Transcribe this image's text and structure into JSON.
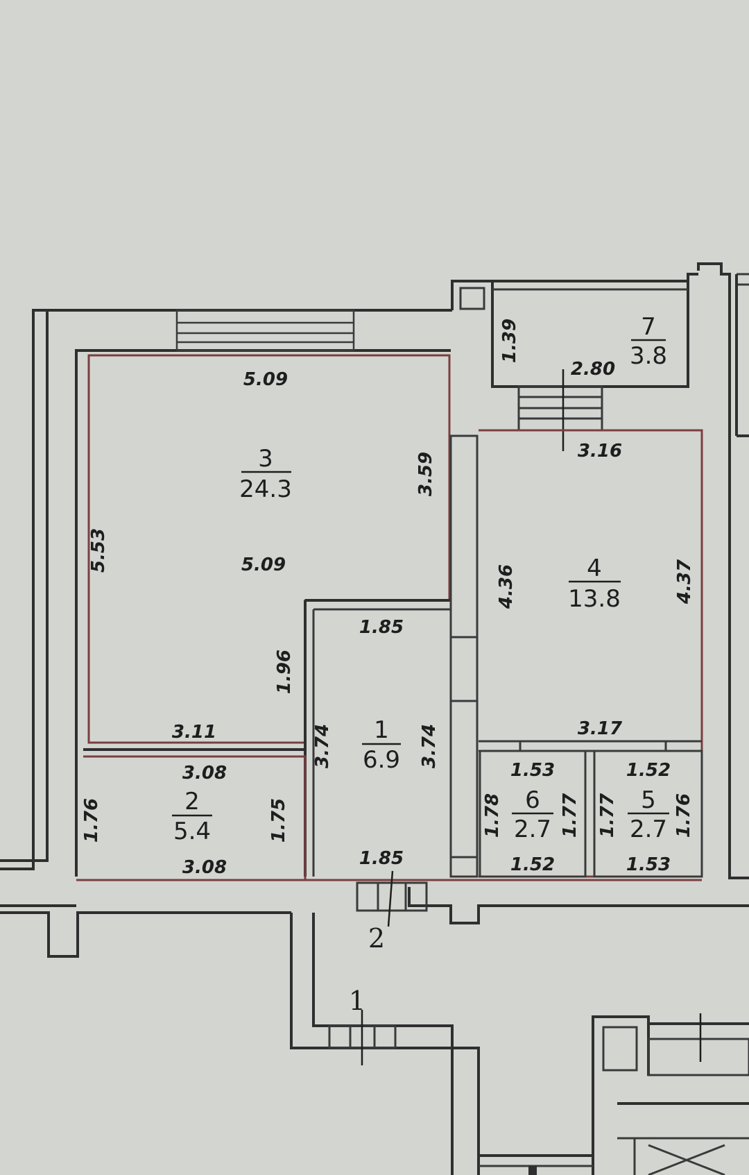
{
  "rooms": {
    "r1": {
      "number": "1",
      "area": "6.9"
    },
    "r2": {
      "number": "2",
      "area": "5.4"
    },
    "r3": {
      "number": "3",
      "area": "24.3"
    },
    "r4": {
      "number": "4",
      "area": "13.8"
    },
    "r5": {
      "number": "5",
      "area": "2.7"
    },
    "r6": {
      "number": "6",
      "area": "2.7"
    },
    "r7": {
      "number": "7",
      "area": "3.8"
    }
  },
  "dimensions": {
    "r3_top": "5.09",
    "r3_left": "5.53",
    "r3_mid": "5.09",
    "r3_right": "3.59",
    "r3_inner": "1.96",
    "r3_bottom": "3.11",
    "r2_top": "3.08",
    "r2_bottom": "3.08",
    "r2_left": "1.76",
    "r2_right": "1.75",
    "r1_top": "1.85",
    "r1_bottom": "1.85",
    "r1_left": "3.74",
    "r1_right": "3.74",
    "r4_top": "3.16",
    "r4_left": "4.36",
    "r4_right": "4.37",
    "r4_bottom": "3.17",
    "r6_top": "1.53",
    "r6_bottom": "1.52",
    "r6_left": "1.78",
    "r6_right": "1.77",
    "r5_top": "1.52",
    "r5_bottom": "1.53",
    "r5_left": "1.77",
    "r5_right": "1.76",
    "r7_width": "2.80",
    "r7_height": "1.39"
  },
  "section_marks": {
    "mark_2": "2",
    "mark_1": "1"
  }
}
